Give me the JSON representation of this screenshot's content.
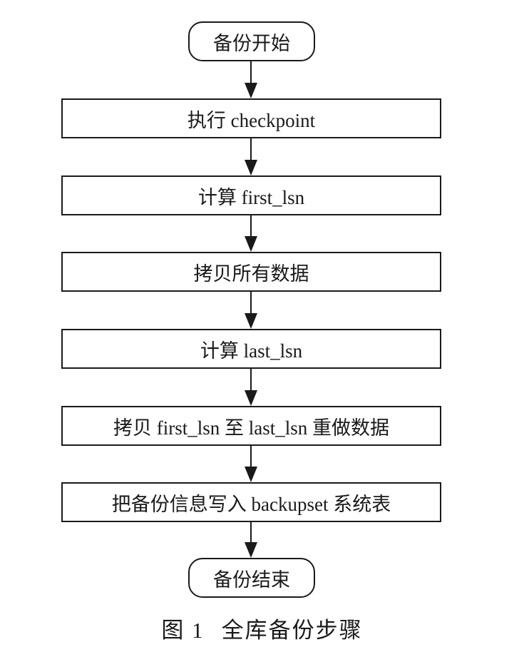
{
  "flowchart": {
    "start": "备份开始",
    "steps": [
      "执行 checkpoint",
      "计算 first_lsn",
      "拷贝所有数据",
      "计算 last_lsn",
      "拷贝 first_lsn 至 last_lsn 重做数据",
      "把备份信息写入 backupset 系统表"
    ],
    "end": "备份结束"
  },
  "caption": {
    "number": "图 1",
    "title": "全库备份步骤"
  }
}
